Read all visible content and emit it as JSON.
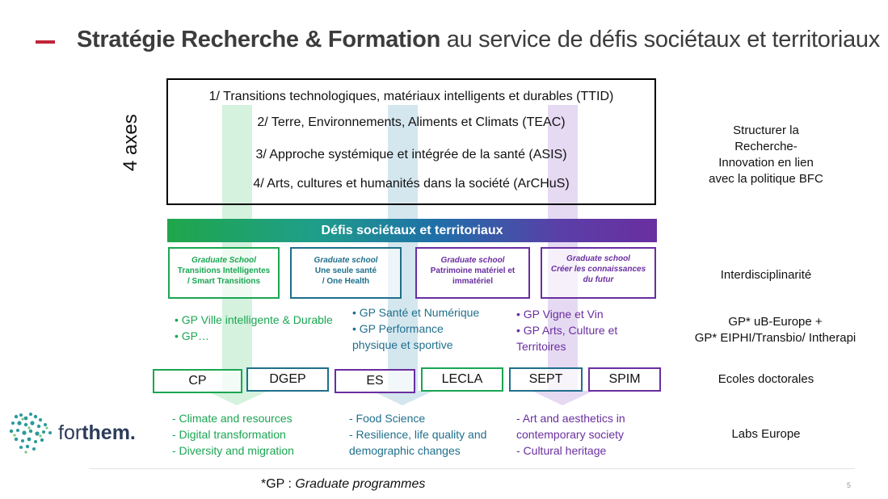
{
  "title": {
    "bold": "Stratégie Recherche & Formation",
    "rest": "au service de défis sociétaux et territoriaux"
  },
  "axes_label": "4 axes",
  "axes": [
    "1/ Transitions technologiques, matériaux intelligents et durables (TTID)",
    "2/ Terre, Environnements, Aliments et Climats (TEAC)",
    "3/ Approche systémique et intégrée de la santé (ASIS)",
    "4/ Arts, cultures et humanités dans la société (ArCHuS)"
  ],
  "defis_bar": "Défis sociétaux et territoriaux",
  "graduate_schools": [
    {
      "title": "Graduate School",
      "sub1": "Transitions Intelligentes",
      "sub2": "/ Smart Transitions",
      "color": "#1aa652"
    },
    {
      "title": "Graduate school",
      "sub1": "Une seule santé",
      "sub2": "/ One Health",
      "color": "#1f6f8c"
    },
    {
      "title": "Graduate school",
      "sub1": "Patrimoine matériel et",
      "sub2": "immatériel",
      "color": "#6a2ea0"
    },
    {
      "title": "Graduate school",
      "sub1": "Créer les connaissances",
      "sub2": "du futur",
      "color": "#6a2ea0"
    }
  ],
  "programmes": {
    "col1": [
      "• GP Ville intelligente & Durable",
      "• GP…"
    ],
    "col2": [
      "• GP Santé et Numérique",
      "• GP Performance",
      "physique et sportive"
    ],
    "col3": [
      "• GP Vigne et Vin",
      "• GP Arts, Culture et",
      "Territoires"
    ]
  },
  "ecoles": [
    {
      "label": "CP",
      "color": "#1aa652"
    },
    {
      "label": "DGEP",
      "color": "#1f6f8c"
    },
    {
      "label": "ES",
      "color": "#6a2ea0"
    },
    {
      "label": "LECLA",
      "color": "#1aa652"
    },
    {
      "label": "SEPT",
      "color": "#1f6f8c"
    },
    {
      "label": "SPIM",
      "color": "#6a2ea0"
    }
  ],
  "labs": {
    "col1": [
      "- Climate and resources",
      "- Digital transformation",
      "- Diversity and migration"
    ],
    "col2": [
      "- Food Science",
      "- Resilience, life quality and",
      "demographic changes"
    ],
    "col3": [
      "- Art and aesthetics in",
      "contemporary society",
      "- Cultural heritage"
    ]
  },
  "logo_text": {
    "light": "for",
    "bold": "them."
  },
  "right_labels": {
    "structurer": [
      "Structurer la",
      "Recherche-",
      "Innovation en lien",
      "avec la politique BFC"
    ],
    "interdisciplinarite": "Interdisciplinarité",
    "gp": [
      "GP* uB-Europe +",
      "GP* EIPHI/Transbio/ Intherapi"
    ],
    "ecoles": "Ecoles doctorales",
    "labs": "Labs Europe"
  },
  "footnote": {
    "prefix": "*GP : ",
    "italic": "Graduate programmes"
  },
  "page_number": "5"
}
